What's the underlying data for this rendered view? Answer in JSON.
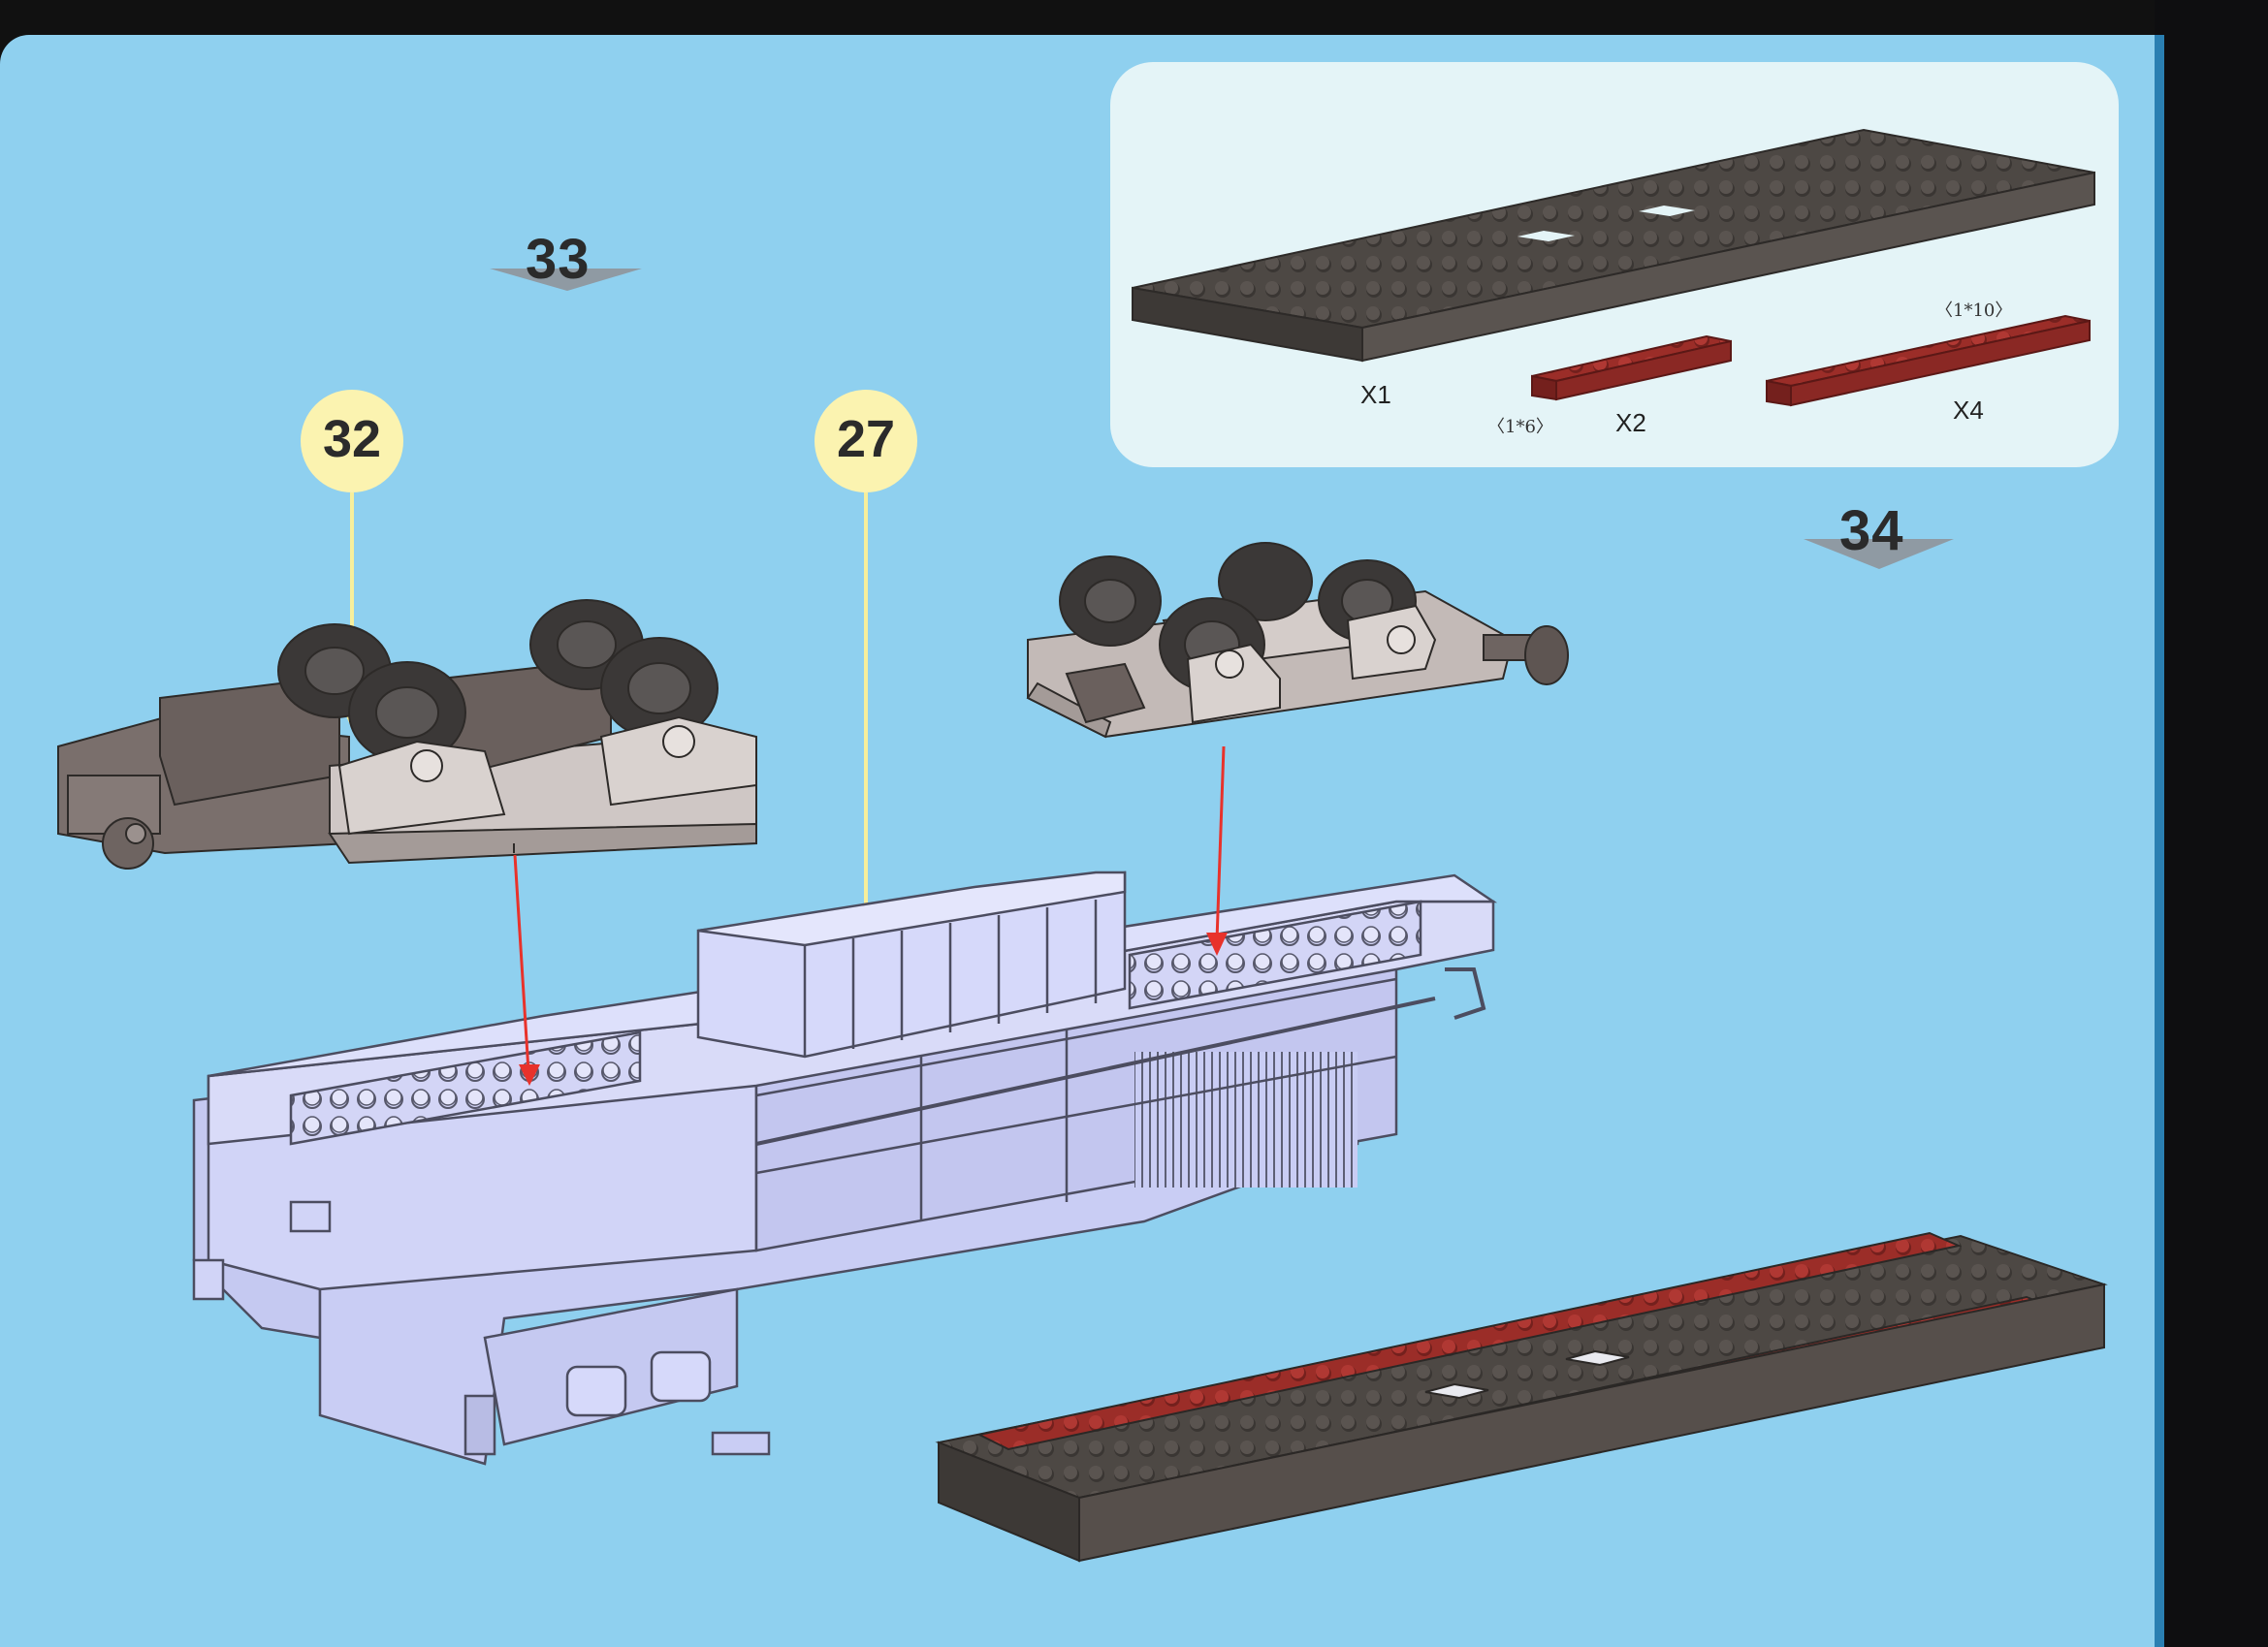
{
  "steps": {
    "step_33": "33",
    "step_34": "34"
  },
  "callouts": {
    "callout_32": "32",
    "callout_27": "27"
  },
  "parts_box": {
    "plate_large": {
      "qty": "X1"
    },
    "plate_small": {
      "qty": "X2",
      "size": "〈1*6〉"
    },
    "plate_long": {
      "qty": "X4",
      "size": "〈1*10〉"
    }
  },
  "colors": {
    "page_background": "#8fd0ef",
    "dark_gray_brick": "#4d4844",
    "dark_red_brick": "#9b2d28",
    "light_gray_brick": "#bfb6b3",
    "outline_white_brick": "#c9cdf4",
    "callout_yellow": "#fbf3b0",
    "arrow_red": "#e8322b"
  }
}
